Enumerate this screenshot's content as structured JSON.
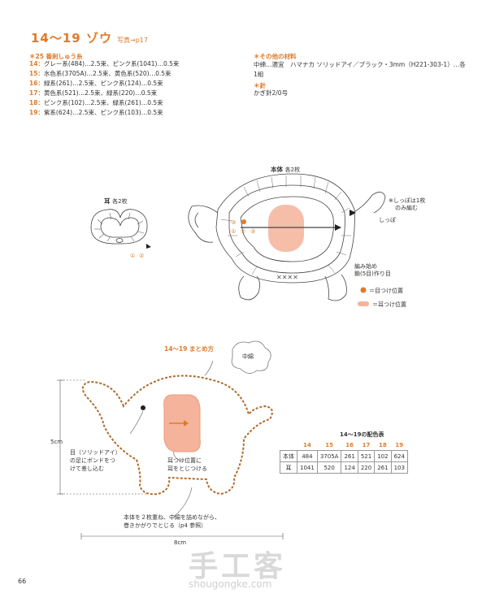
{
  "title": {
    "main": "14〜19 ゾウ",
    "ref": "写真→p17"
  },
  "yarn": {
    "header": "＊25 番刺しゅう糸",
    "items": [
      {
        "num": "14：",
        "text": "グレー系(484)…2.5束、ピンク系(1041)…0.5束"
      },
      {
        "num": "15：",
        "text": "水色系(3705A)…2.5束、黄色系(520)…0.5束"
      },
      {
        "num": "16：",
        "text": "緑系(261)…2.5束、ピンク系(124)…0.5束"
      },
      {
        "num": "17：",
        "text": "黄色系(521)…2.5束、緑系(220)…0.5束"
      },
      {
        "num": "18：",
        "text": "ピンク系(102)…2.5束、緑系(261)…0.5束"
      },
      {
        "num": "19：",
        "text": "紫系(624)…2.5束、ピンク系(103)…0.5束"
      }
    ]
  },
  "other": {
    "header": "＊その他の材料",
    "line1": "中綿…適宜　ハマナカ ソリッドアイ／ブラック・3mm（H221-303-1）…各",
    "line2": "1組",
    "needle_header": "＊針",
    "needle": "かぎ針2/0号"
  },
  "diagram": {
    "body_label": "本体",
    "body_count": "各2枚",
    "ear_label": "耳",
    "ear_count": "各2枚",
    "tail_note1": "※しっぽは1枚",
    "tail_note2": "のみ編む",
    "tail": "しっぽ",
    "start1": "編み始め",
    "start2": "鎖(5目)作り目",
    "legend1": "＝目つけ位置",
    "legend2": "＝耳つけ位置",
    "marks": [
      "①",
      "②",
      "③"
    ]
  },
  "assembly": {
    "header": "14〜19 まとめ方",
    "stuffing": "中綿",
    "height": "5cm",
    "width": "8cm",
    "eye1": "目（ソリッドアイ）",
    "eye2": "の足にボンドをつ",
    "eye3": "けて差し込む",
    "ear1": "耳つけ位置に",
    "ear2": "耳をとじつける",
    "join1": "本体を２枚重ね、中綿を詰めながら、",
    "join2": "巻きかがりでとじる（p4 参照）"
  },
  "color_table": {
    "title": "14〜19の配色表",
    "headers": [
      "",
      "14",
      "15",
      "16",
      "17",
      "18",
      "19"
    ],
    "rows": [
      [
        "本体",
        "484",
        "3705A",
        "261",
        "521",
        "102",
        "624"
      ],
      [
        "耳",
        "1041",
        "520",
        "124",
        "220",
        "261",
        "103"
      ]
    ]
  },
  "page_number": "66",
  "watermark": {
    "cn": "手工客",
    "url": "shougongke.com"
  },
  "colors": {
    "accent": "#e07a2a",
    "pink": "#f4b39a",
    "stitch": "#b06b2c"
  }
}
